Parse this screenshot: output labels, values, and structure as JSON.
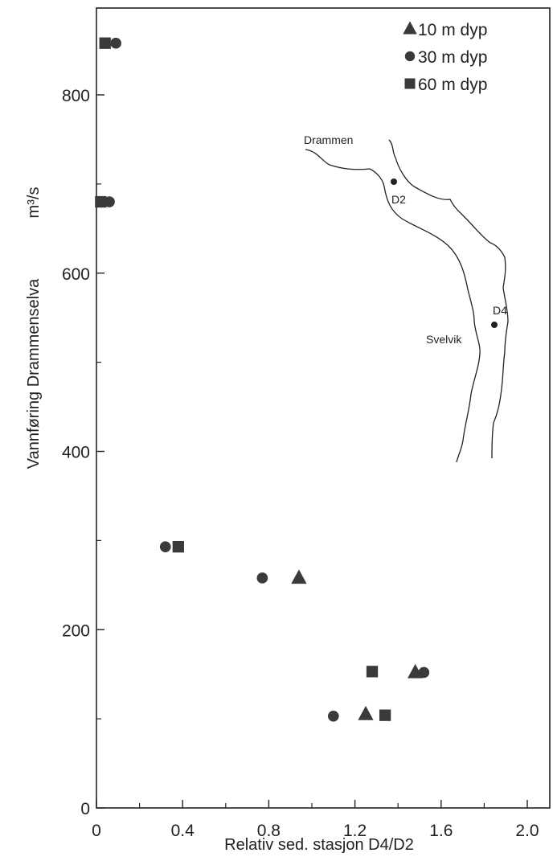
{
  "chart_data": {
    "type": "scatter",
    "xlabel": "Relativ sed. stasjon D4/D2",
    "ylabel": "Vannføring Drammenselva",
    "ylabel_unit": "m³/s",
    "xlim": [
      0,
      2.0
    ],
    "ylim": [
      0,
      880
    ],
    "x_ticks": [
      0,
      0.4,
      0.8,
      1.2,
      1.6,
      2.0
    ],
    "x_tick_labels": [
      "0",
      "0.4",
      "0.8",
      "1.2",
      "1.6",
      "2.0"
    ],
    "y_ticks": [
      0,
      200,
      400,
      600,
      800
    ],
    "y_tick_labels": [
      "0",
      "200",
      "400",
      "600",
      "800"
    ],
    "grid": false,
    "legend_position": "top-right",
    "series": [
      {
        "name": "10 m dyp",
        "marker": "triangle",
        "points": [
          {
            "x": 0.94,
            "y": 258
          },
          {
            "x": 1.48,
            "y": 152
          },
          {
            "x": 1.25,
            "y": 105
          }
        ]
      },
      {
        "name": "30 m dyp",
        "marker": "circle",
        "points": [
          {
            "x": 0.09,
            "y": 858
          },
          {
            "x": 0.06,
            "y": 680
          },
          {
            "x": 0.32,
            "y": 293
          },
          {
            "x": 0.77,
            "y": 258
          },
          {
            "x": 1.52,
            "y": 152
          },
          {
            "x": 1.1,
            "y": 103
          }
        ]
      },
      {
        "name": "60 m dyp",
        "marker": "square",
        "points": [
          {
            "x": 0.04,
            "y": 858
          },
          {
            "x": 0.02,
            "y": 680
          },
          {
            "x": 0.38,
            "y": 293
          },
          {
            "x": 1.28,
            "y": 153
          },
          {
            "x": 1.34,
            "y": 104
          }
        ]
      }
    ],
    "inset_map": {
      "labels": {
        "city": "Drammen",
        "station_upper": "D2",
        "station_lower": "D4",
        "place": "Svelvik"
      }
    }
  }
}
